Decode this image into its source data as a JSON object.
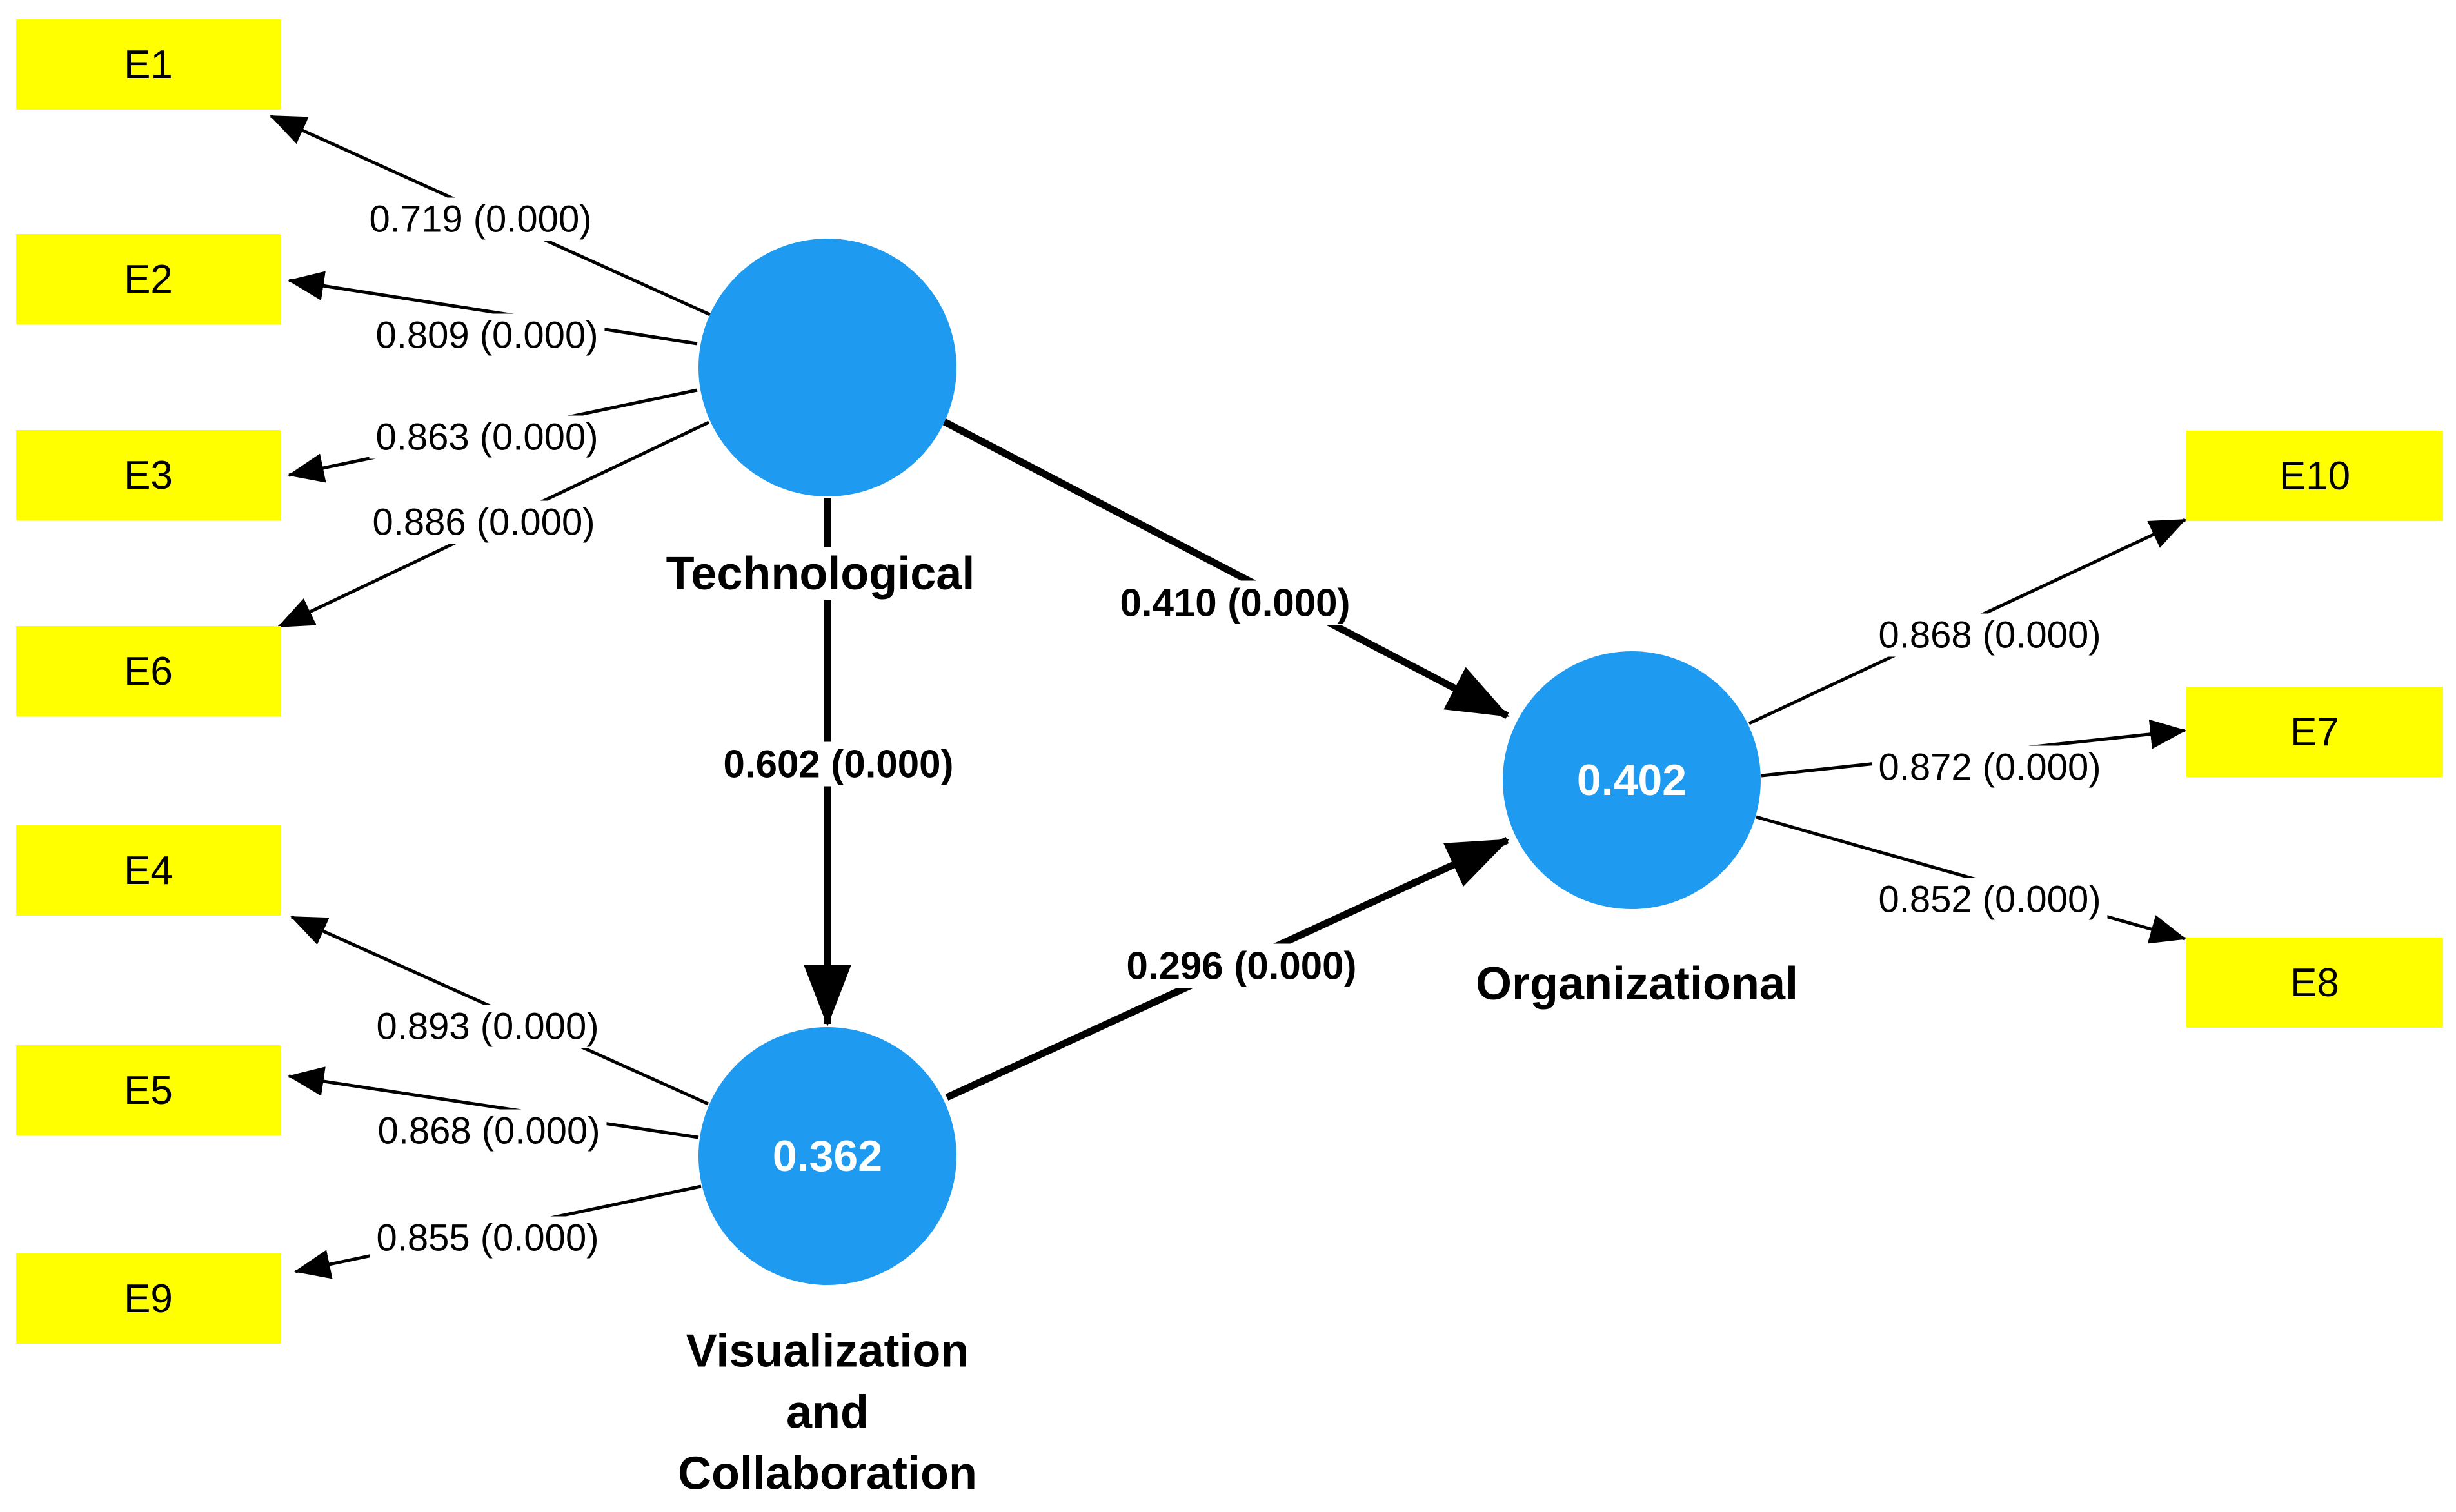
{
  "diagram": {
    "colors": {
      "construct_fill": "#1E9BF0",
      "indicator_fill": "#FFFF00",
      "line": "#000000",
      "label_text": "#000000",
      "value_text": "#FFFFFF"
    },
    "constructs": [
      {
        "id": "technological",
        "label": "Technological",
        "value": ""
      },
      {
        "id": "visualization_and_collaboration",
        "label_lines": [
          "Visualization",
          "and",
          "Collaboration"
        ],
        "value": "0.362"
      },
      {
        "id": "organizational",
        "label": "Organizational",
        "value": "0.402"
      }
    ],
    "indicators": [
      {
        "id": "E1",
        "label": "E1"
      },
      {
        "id": "E2",
        "label": "E2"
      },
      {
        "id": "E3",
        "label": "E3"
      },
      {
        "id": "E6",
        "label": "E6"
      },
      {
        "id": "E4",
        "label": "E4"
      },
      {
        "id": "E5",
        "label": "E5"
      },
      {
        "id": "E9",
        "label": "E9"
      },
      {
        "id": "E10",
        "label": "E10"
      },
      {
        "id": "E7",
        "label": "E7"
      },
      {
        "id": "E8",
        "label": "E8"
      }
    ],
    "measurement_paths": [
      {
        "from": "Technological",
        "to": "E1",
        "loading": "0.719 (0.000)"
      },
      {
        "from": "Technological",
        "to": "E2",
        "loading": "0.809 (0.000)"
      },
      {
        "from": "Technological",
        "to": "E3",
        "loading": "0.863 (0.000)"
      },
      {
        "from": "Technological",
        "to": "E6",
        "loading": "0.886 (0.000)"
      },
      {
        "from": "Visualization and Collaboration",
        "to": "E4",
        "loading": "0.893 (0.000)"
      },
      {
        "from": "Visualization and Collaboration",
        "to": "E5",
        "loading": "0.868 (0.000)"
      },
      {
        "from": "Visualization and Collaboration",
        "to": "E9",
        "loading": "0.855 (0.000)"
      },
      {
        "from": "Organizational",
        "to": "E10",
        "loading": "0.868 (0.000)"
      },
      {
        "from": "Organizational",
        "to": "E7",
        "loading": "0.872 (0.000)"
      },
      {
        "from": "Organizational",
        "to": "E8",
        "loading": "0.852 (0.000)"
      }
    ],
    "structural_paths": [
      {
        "from": "Technological",
        "to": "Organizational",
        "coefficient": "0.410 (0.000)"
      },
      {
        "from": "Technological",
        "to": "Visualization and Collaboration",
        "coefficient": "0.602 (0.000)"
      },
      {
        "from": "Visualization and Collaboration",
        "to": "Organizational",
        "coefficient": "0.296 (0.000)"
      }
    ]
  }
}
